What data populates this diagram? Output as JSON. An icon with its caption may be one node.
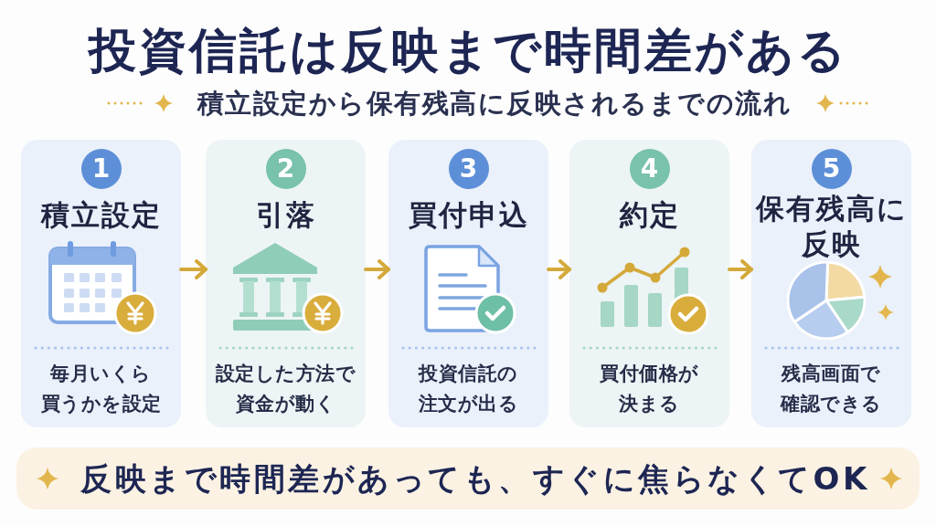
{
  "diagram": {
    "title": "投資信託は反映まで時間差がある",
    "nodes": [
      {
        "text": [
          "積立設定",
          "毎月いくら買うかを設定"
        ]
      },
      {
        "text": [
          "1"
        ],
        "in": 0
      },
      {
        "text": [
          "引落",
          "設定した方法で資金が動く"
        ]
      },
      {
        "text": [
          "2"
        ],
        "in": 2
      },
      {
        "text": [
          "買付申込",
          "投資信託の注文が出る"
        ]
      },
      {
        "text": [
          "3"
        ],
        "in": 4
      },
      {
        "text": [
          "約定",
          "買付価格が決まる"
        ]
      },
      {
        "text": [
          "4"
        ],
        "in": 6
      },
      {
        "text": [
          "保有残高に反映",
          "残高画面で確認できる"
        ]
      },
      {
        "text": [
          "5"
        ],
        "in": 8
      },
      {
        "text": [
          "反映まで時間差があっても、すぐに焦らなくてOK"
        ]
      }
    ],
    "edges": [
      {
        "from": 0,
        "to": 2,
        "arrow": "to"
      },
      {
        "from": 2,
        "to": 4,
        "arrow": "to"
      },
      {
        "from": 4,
        "to": 6,
        "arrow": "to"
      },
      {
        "from": 6,
        "to": 8,
        "arrow": "to"
      }
    ],
    "labels": [
      "積立設定から保有残高に反映されるまでの流れ"
    ]
  }
}
